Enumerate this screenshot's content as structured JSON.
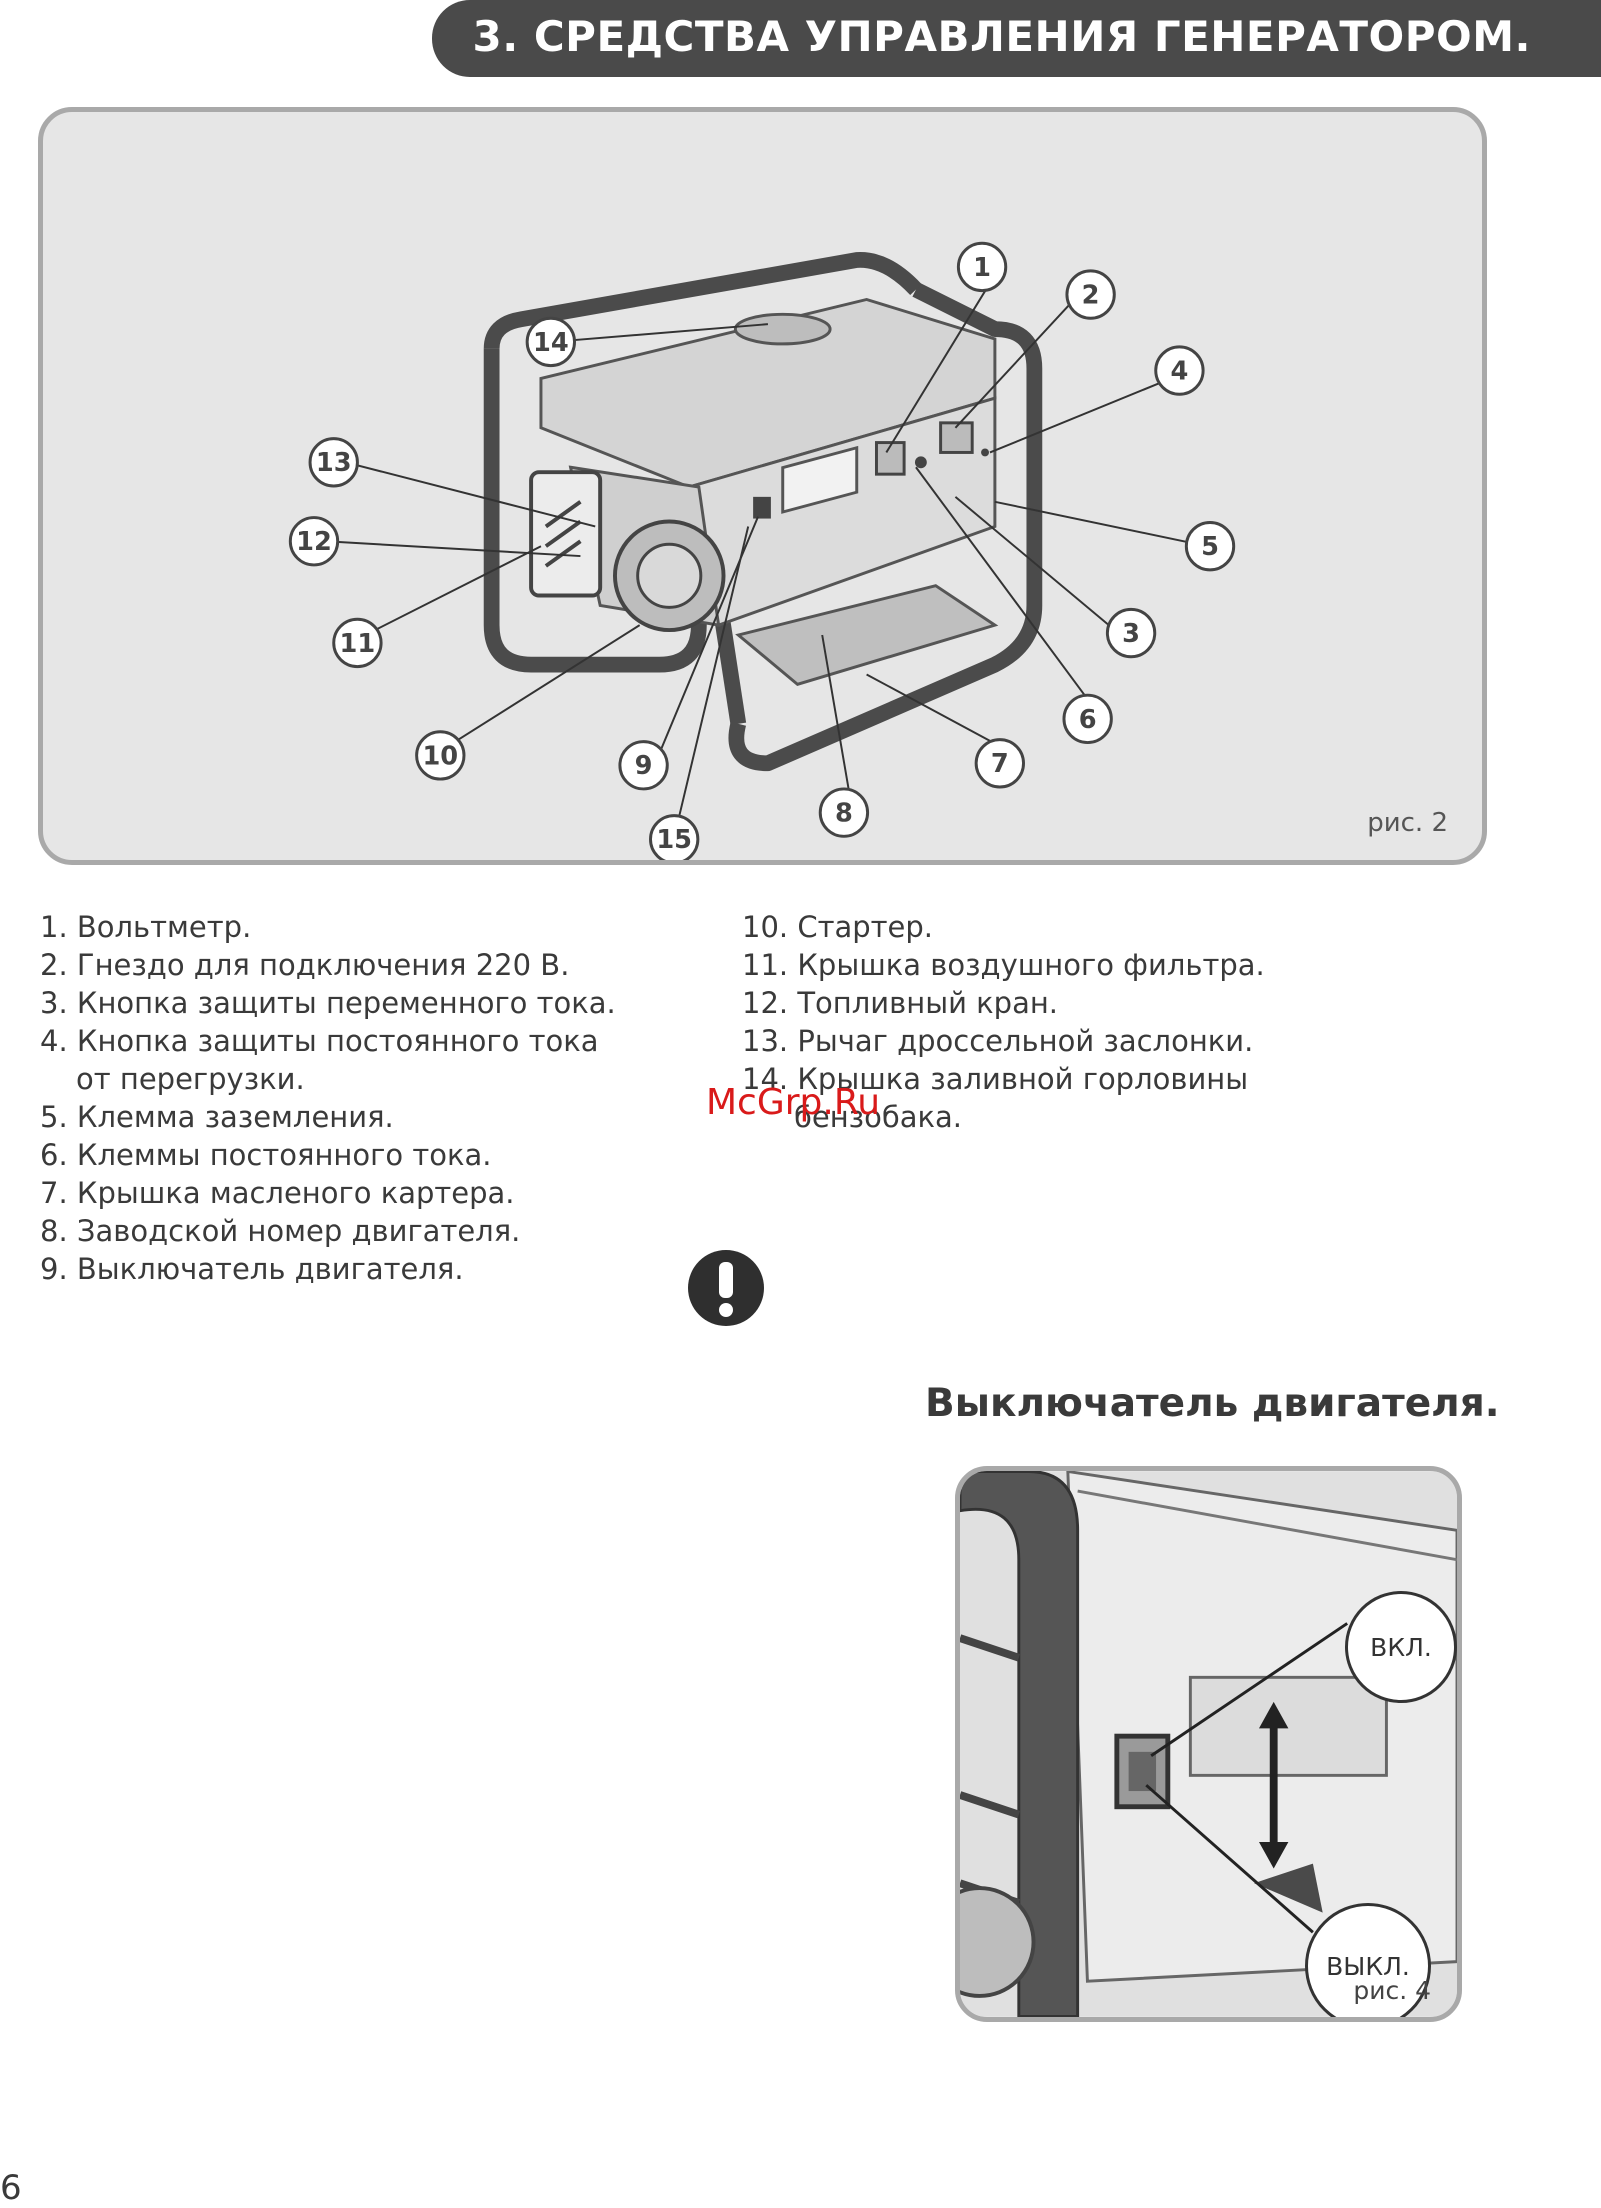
{
  "header": {
    "title": "3. СРЕДСТВА УПРАВЛЕНИЯ ГЕНЕРАТОРОМ."
  },
  "figure2": {
    "caption": "рис. 2",
    "callouts": [
      "1",
      "2",
      "3",
      "4",
      "5",
      "6",
      "7",
      "8",
      "9",
      "10",
      "11",
      "12",
      "13",
      "14",
      "15"
    ]
  },
  "parts_list_left": [
    "1. Вольтметр.",
    "2. Гнездо для подключения 220 В.",
    "3. Кнопка защиты переменного тока.",
    "4. Кнопка защиты постоянного тока",
    "от перегрузки.",
    "5. Клемма заземления.",
    "6. Клеммы постоянного тока.",
    "7. Крышка масленого картера.",
    "8. Заводской номер двигателя.",
    "9. Выключатель двигателя."
  ],
  "parts_list_right": [
    "10. Стартер.",
    "11. Крышка воздушного фильтра.",
    "12. Топливный кран.",
    "13. Рычаг дроссельной заслонки.",
    "14. Крышка заливной горловины",
    "бензобака."
  ],
  "watermark": "McGrp.Ru",
  "warning_icon": "exclamation-icon",
  "section": {
    "title": "Выключатель двигателя."
  },
  "figure4": {
    "caption": "рис. 4",
    "label_on": "ВКЛ.",
    "label_off": "ВЫКЛ."
  },
  "page_number": "6"
}
